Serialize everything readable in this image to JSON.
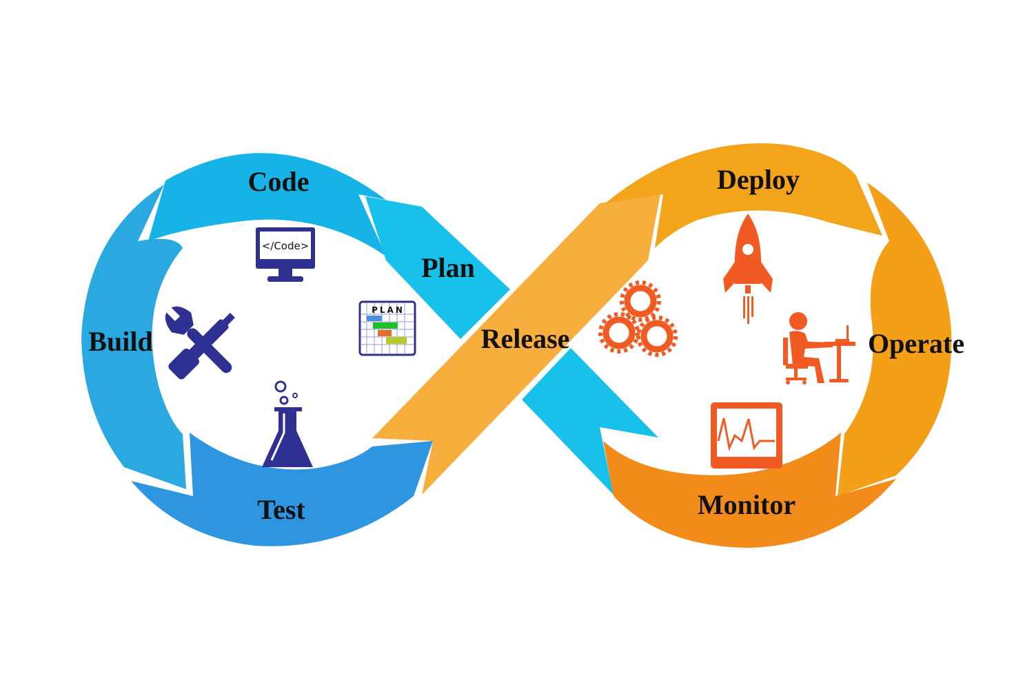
{
  "stages": {
    "code": "Code",
    "plan": "Plan",
    "build": "Build",
    "test": "Test",
    "release": "Release",
    "deploy": "Deploy",
    "operate": "Operate",
    "monitor": "Monitor"
  },
  "icon_text": {
    "code_screen": "</Code>",
    "plan_board": "PLAN"
  },
  "icons": {
    "code": "monitor-code-icon",
    "plan": "plan-chart-icon",
    "build": "tools-icon",
    "test": "flask-icon",
    "release": "gears-icon",
    "deploy": "rocket-icon",
    "operate": "operator-desk-icon",
    "monitor": "monitor-graph-icon"
  },
  "colors": {
    "blue_light": "#17c1ea",
    "blue_mid": "#2aa8e0",
    "blue_dark": "#2e95e0",
    "orange_light": "#f7ae3d",
    "orange_mid": "#f2a01a",
    "orange_dark": "#f38b1a",
    "icon_navy": "#2e3192",
    "icon_orange": "#f15a22"
  }
}
